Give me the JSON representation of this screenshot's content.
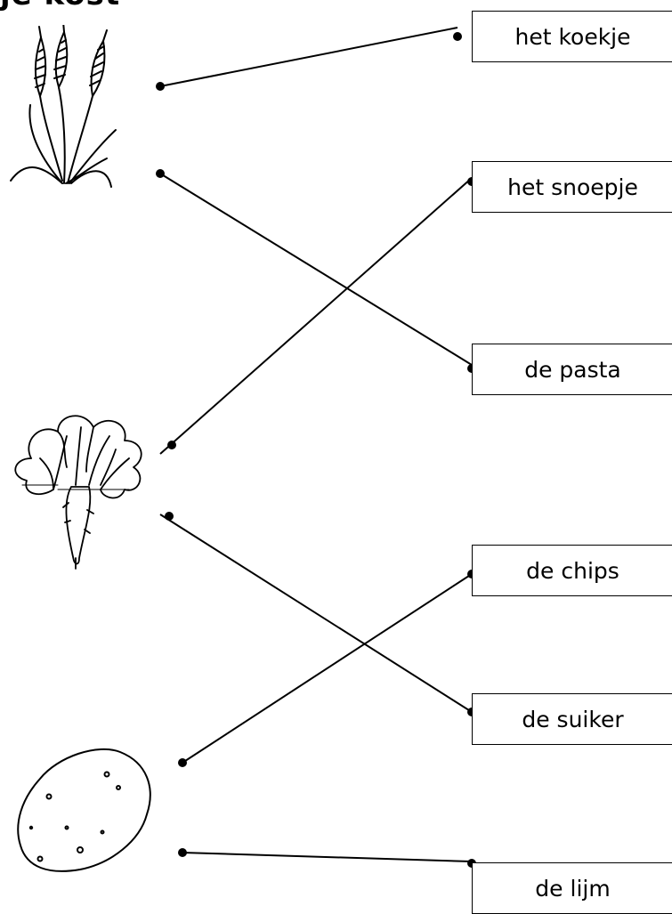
{
  "heading": "je kost",
  "pictures": [
    {
      "name": "wheat-icon"
    },
    {
      "name": "sugar-beet-icon"
    },
    {
      "name": "potato-icon"
    }
  ],
  "words": [
    "het koekje",
    "het snoepje",
    "de pasta",
    "de chips",
    "de suiker",
    "de lijm"
  ],
  "connections": [
    {
      "from": "wheat",
      "to": "het koekje"
    },
    {
      "from": "wheat",
      "to": "de pasta"
    },
    {
      "from": "sugar-beet",
      "to": "het snoepje"
    },
    {
      "from": "sugar-beet",
      "to": "de suiker"
    },
    {
      "from": "potato",
      "to": "de chips"
    },
    {
      "from": "potato",
      "to": "de lijm"
    }
  ]
}
